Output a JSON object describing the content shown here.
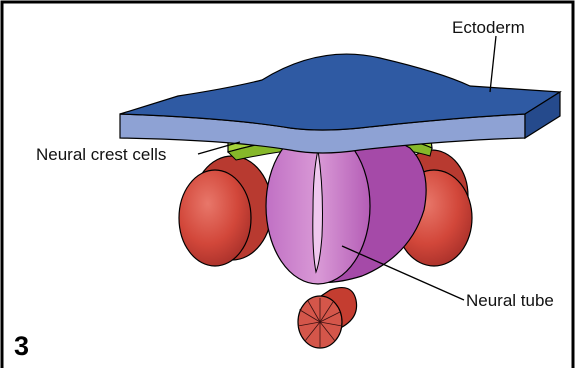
{
  "labels": {
    "ectoderm": "Ectoderm",
    "neural_crest_cells": "Neural crest cells",
    "neural_tube": "Neural tube"
  },
  "panel_number": "3",
  "colors": {
    "ectoderm_top": "#2f5aa3",
    "ectoderm_front": "#8ea2d4",
    "neural_crest": "#a5d43c",
    "neural_tube_light": "#cf84cf",
    "neural_tube_dark": "#a54aa8",
    "somite": "#d2473a",
    "notochord": "#d44a3c",
    "frame": "#000000"
  }
}
